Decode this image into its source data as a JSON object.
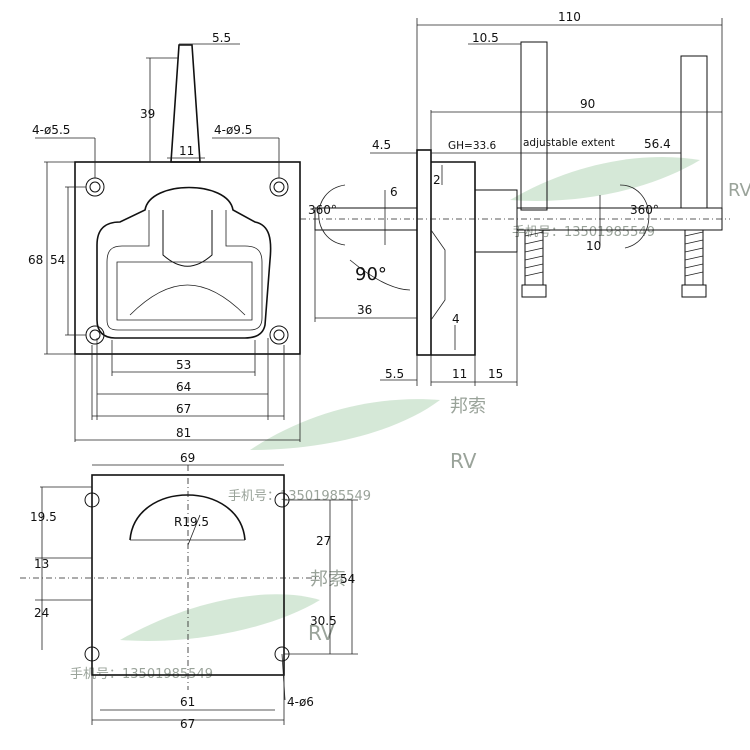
{
  "colors": {
    "line": "#111111",
    "watermark_leaf": "#b9d9bd",
    "watermark_text": "#9aa39a"
  },
  "front_view": {
    "dims": {
      "stem_width_top": "5.5",
      "stem_height": "39",
      "stem_width_bottom": "11",
      "holes_small": "4-ø5.5",
      "holes_large": "4-ø9.5",
      "outer_height": "68",
      "inner_height": "54",
      "w53": "53",
      "w64": "64",
      "w67": "67",
      "w81": "81"
    }
  },
  "side_view": {
    "dims": {
      "total_length": "110",
      "bolt_width": "10.5",
      "length_90": "90",
      "flange_4_5": "4.5",
      "gh": "GH=33.6",
      "adjustable": "adjustable extent",
      "adjustable_value": "56.4",
      "step_2": "2",
      "shaft_6": "6",
      "shaft_10": "10",
      "rot_left": "360°",
      "rot_right": "360°",
      "angle": "90°",
      "len_36": "36",
      "step_4": "4",
      "w5_5": "5.5",
      "w11": "11",
      "w15": "15"
    }
  },
  "cutout_view": {
    "dims": {
      "top_69": "69",
      "radius": "R19.5",
      "h19_5": "19.5",
      "h13": "13",
      "h24": "24",
      "h27": "27",
      "h54": "54",
      "h30_5": "30.5",
      "w61": "61",
      "w67": "67",
      "holes": "4-ø6"
    }
  },
  "watermarks": {
    "brand_cn": "邦索",
    "brand_rv": "RV",
    "phone": "手机号：13501985549",
    "brand_cn_chars": [
      "邦",
      "索"
    ]
  }
}
